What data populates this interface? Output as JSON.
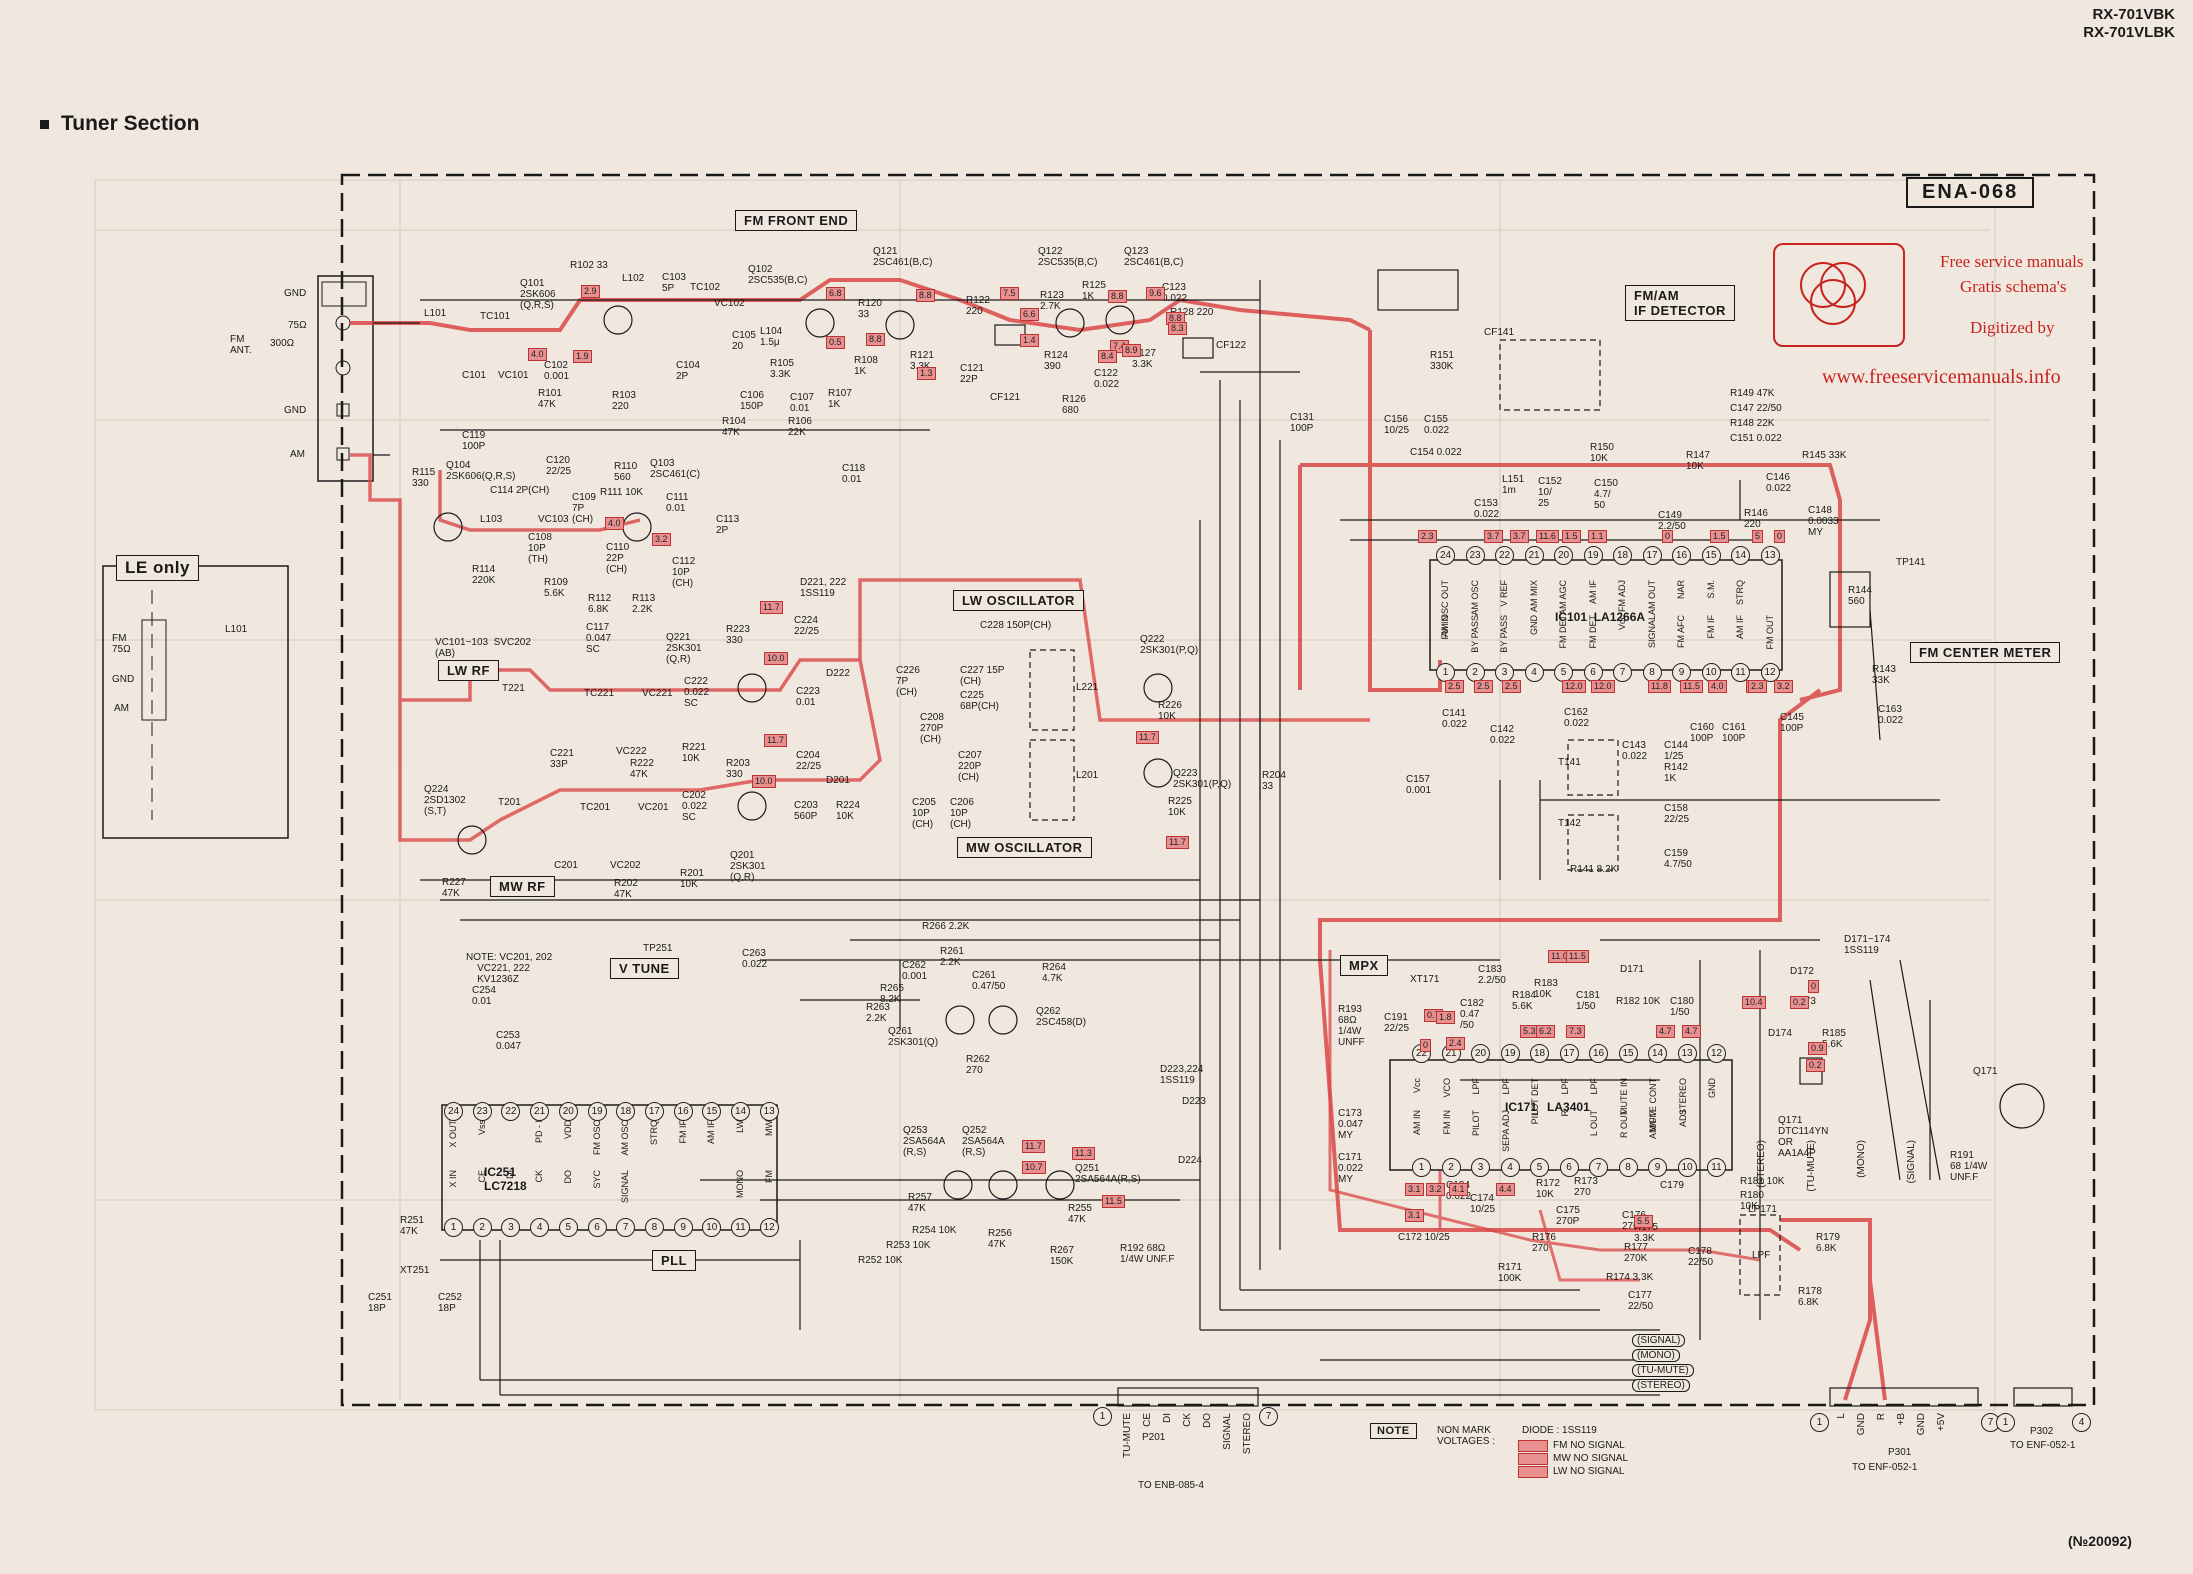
{
  "header": {
    "model_line1": "RX-701VBK",
    "model_line2": "RX-701VLBK",
    "section_title": "Tuner Section",
    "board_id": "ENA-068"
  },
  "watermark": {
    "line1": "Free service manuals",
    "line2": "Gratis schema's",
    "line3": "Digitized by",
    "url": "www.freeservicemanuals.info",
    "color": "#c8231e"
  },
  "blocks": {
    "fm_front_end": "FM FRONT END",
    "fm_am_if_detector": "FM/AM\nIF DETECTOR",
    "lw_oscillator": "LW OSCILLATOR",
    "mw_oscillator": "MW OSCILLATOR",
    "lw_rf": "LW RF",
    "mw_rf": "MW RF",
    "le_only": "LE only",
    "fm_center_meter": "FM CENTER METER",
    "v_tune": "V TUNE",
    "pll": "PLL",
    "mpx": "MPX"
  },
  "antenna": {
    "gnd1": "GND",
    "ohm75": "75Ω",
    "fm_ant": "FM\nANT.",
    "ohm300": "300Ω",
    "gnd2": "GND",
    "am": "AM"
  },
  "le_box": {
    "fm": "FM\n75Ω",
    "gnd": "GND",
    "am": "AM",
    "l101": "L101"
  },
  "transistors": [
    {
      "id": "q101",
      "label": "Q101\n2SK606\n(Q,R,S)"
    },
    {
      "id": "q102",
      "label": "Q102\n2SC535(B,C)"
    },
    {
      "id": "q121",
      "label": "Q121\n2SC461(B,C)"
    },
    {
      "id": "q122",
      "label": "Q122\n2SC535(B,C)"
    },
    {
      "id": "q123",
      "label": "Q123\n2SC461(B,C)"
    },
    {
      "id": "q104",
      "label": "Q104\n2SK606(Q,R,S)"
    },
    {
      "id": "q103",
      "label": "Q103\n2SC461(C)"
    },
    {
      "id": "q221",
      "label": "Q221\n2SK301\n(Q,R)"
    },
    {
      "id": "q222",
      "label": "Q222\n2SK301(P,Q)"
    },
    {
      "id": "q223",
      "label": "Q223\n2SK301(P,Q)"
    },
    {
      "id": "q224",
      "label": "Q224\n2SD1302\n(S,T)"
    },
    {
      "id": "q201",
      "label": "Q201\n2SK301\n(Q,R)"
    },
    {
      "id": "q261",
      "label": "Q261\n2SK301(Q)"
    },
    {
      "id": "q262",
      "label": "Q262\n2SC458(D)"
    },
    {
      "id": "q253",
      "label": "Q253\n2SA564A\n(R,S)"
    },
    {
      "id": "q252",
      "label": "Q252\n2SA564A\n(R,S)"
    },
    {
      "id": "q251",
      "label": "Q251\n2SA564A(R,S)"
    },
    {
      "id": "q171",
      "label": "Q171\nDTC114YN\nOR\nAA1A4P"
    },
    {
      "id": "q171b",
      "label": "Q171"
    }
  ],
  "ics": {
    "ic101": {
      "name": "IC101",
      "part": "LA1266A",
      "top_pins": [
        "24",
        "23",
        "22",
        "21",
        "20",
        "19",
        "18",
        "17",
        "16",
        "15",
        "14",
        "13"
      ],
      "bottom_pins": [
        "1",
        "2",
        "3",
        "4",
        "5",
        "6",
        "7",
        "8",
        "9",
        "10",
        "11",
        "12"
      ],
      "top_funcs": [
        "AM OSC OUT",
        "AM OSC",
        "V REF",
        "AM MIX",
        "AM AGC",
        "AM IF",
        "FM ADJ",
        "AM OUT",
        "NAR",
        "S.M.",
        "STRQ",
        ""
      ],
      "bottom_funcs": [
        "FM IN",
        "BY PASS",
        "BY PASS",
        "GND",
        "FM DET",
        "FM DET",
        "Vcc",
        "SIGNAL",
        "FM AFC",
        "FM IF",
        "AM IF",
        "FM OUT"
      ]
    },
    "ic171": {
      "name": "IC171",
      "part": "LA3401",
      "top_pins": [
        "22",
        "21",
        "20",
        "19",
        "18",
        "17",
        "16",
        "15",
        "14",
        "13",
        "12"
      ],
      "bottom_pins": [
        "1",
        "2",
        "3",
        "4",
        "5",
        "6",
        "7",
        "8",
        "9",
        "10",
        "11"
      ],
      "top_funcs": [
        "Vcc",
        "VCO",
        "LPF",
        "LPF",
        "PILOT DET",
        "LPF",
        "LPF",
        "MUTE IN",
        "MUTE CONT",
        "STEREO",
        "GND"
      ],
      "bottom_funcs": [
        "AM IN",
        "FM IN",
        "PILOT",
        "SEPA ADJ",
        "L",
        "R",
        "L OUT",
        "R OUT",
        "AM/FM",
        "ADJ",
        ""
      ]
    },
    "ic251": {
      "name": "IC251",
      "part": "LC7218",
      "top_pins": [
        "24",
        "23",
        "22",
        "21",
        "20",
        "19",
        "18",
        "17",
        "16",
        "15",
        "14",
        "13"
      ],
      "bottom_pins": [
        "1",
        "2",
        "3",
        "4",
        "5",
        "6",
        "7",
        "8",
        "9",
        "10",
        "11",
        "12"
      ],
      "top_funcs": [
        "X OUT",
        "Vss",
        "",
        "PD - I",
        "VDD",
        "FM OSC",
        "AM OSC",
        "STRQ",
        "FM IF",
        "AM IF",
        "LW",
        "MW"
      ],
      "bottom_funcs": [
        "X IN",
        "CE",
        "DI",
        "CK",
        "DO",
        "SYC",
        "SIGNAL",
        "",
        "",
        "",
        "MONO",
        "FM"
      ]
    }
  },
  "component_labels": {
    "r102": "R102 33",
    "l102": "L102",
    "c103": "C103\n5P",
    "tc102": "TC102",
    "vc102": "VC102",
    "l101": "L101",
    "tc101": "TC101",
    "c101": "C101",
    "vc101": "VC101",
    "c102": "C102\n0.001",
    "r101": "R101\n47K",
    "r103": "R103\n220",
    "c104": "C104\n2P",
    "c105": "C105\n20",
    "l104": "L104\n1.5μ",
    "r105": "R105\n3.3K",
    "c106": "C106\n150P",
    "c107": "C107\n0.01",
    "r107": "R107\n1K",
    "r104": "R104\n47K",
    "r106": "R106\n22K",
    "r108": "R108\n1K",
    "r120": "R120\n33",
    "r121": "R121\n3.3K",
    "c121": "C121\n22P",
    "r122": "R122\n220",
    "cf121": "CF121",
    "r123": "R123\n2.7K",
    "r125": "R125\n1K",
    "r124": "R124\n390",
    "c122": "C122\n0.022",
    "r126": "R126\n680",
    "r127": "R127\n3.3K",
    "c123": "C123\n0.022",
    "r128": "R128 220",
    "cf122": "CF122",
    "c119": "C119\n100P",
    "c120": "C120\n22/25",
    "r110": "R110\n560",
    "c111": "C111\n0.01",
    "r115": "R115\n330",
    "c114": "C114 2P(CH)",
    "c109": "C109\n7P\n(CH)",
    "r111": "R111 10K",
    "l103": "L103",
    "vc103": "VC103",
    "c108": "C108\n10P\n(TH)",
    "c110": "C110\n22P\n(CH)",
    "c112": "C112\n10P\n(CH)",
    "c113": "C113\n2P",
    "r114": "R114\n220K",
    "r109": "R109\n5.6K",
    "r112": "R112\n6.8K",
    "r113": "R113\n2.2K",
    "c117": "C117\n0.047\nSC",
    "c118": "C118\n0.01",
    "vc_note": "VC101~103  SVC202\n(AB)",
    "d221": "D221, 222\n1SS119",
    "r223": "R223\n330",
    "c224": "C224\n22/25",
    "d222": "D222",
    "c222": "C222\n0.022\nSC",
    "c223": "C223\n0.01",
    "t221": "T221",
    "tc221": "TC221",
    "vc221": "VC221",
    "vc222": "VC222",
    "c221": "C221\n33P",
    "r222": "R222\n47K",
    "r221": "R221\n10K",
    "c228": "C228 150P(CH)",
    "c226": "C226\n7P\n(CH)",
    "c227": "C227 15P\n(CH)",
    "c225": "C225\n68P(CH)",
    "l221": "L221",
    "r226": "R226\n10K",
    "c208": "C208\n270P\n(CH)",
    "c207": "C207\n220P\n(CH)",
    "c205": "C205\n10P\n(CH)",
    "c206": "C206\n10P\n(CH)",
    "l201": "L201",
    "r225": "R225\n10K",
    "r204": "R204\n33",
    "r203": "R203\n330",
    "c204": "C204\n22/25",
    "d201": "D201",
    "c203": "C203\n560P",
    "r224": "R224\n10K",
    "t201": "T201",
    "tc201": "TC201",
    "vc201": "VC201",
    "vc202": "VC202",
    "c201": "C201",
    "r202": "R202\n47K",
    "r201": "R201\n10K",
    "c202": "C202\n0.022\nSC",
    "r227": "R227\n47K",
    "r266": "R266 2.2K",
    "r261": "R261\n2.2K",
    "c262": "C262\n0.001",
    "c261": "C261\n0.47/50",
    "r264": "R264\n4.7K",
    "r265": "R265\n8.2K",
    "r263": "R263\n2.2K",
    "r262": "R262\n270",
    "c263": "C263\n0.022",
    "tp251": "TP251",
    "vc_note2": "NOTE: VC201, 202\n    VC221, 222\n    KV1236Z",
    "c254": "C254\n0.01",
    "c253": "C253\n0.047",
    "r251": "R251\n47K",
    "xt251": "XT251",
    "c251": "C251\n18P",
    "c252": "C252\n18P",
    "r257": "R257\n47K",
    "r254": "R254 10K",
    "r253": "R253 10K",
    "r252": "R252 10K",
    "r256": "R256\n47K",
    "r255": "R255\n47K",
    "r267": "R267\n150K",
    "r192": "R192 68Ω\n1/4W UNF.F",
    "d223": "D223,224\n1SS119",
    "d223b": "D223",
    "d224": "D224",
    "cf141": "CF141",
    "r151": "R151\n330K",
    "c156": "C156\n10/25",
    "c155": "C155\n0.022",
    "c131": "C131\n100P",
    "c154": "C154 0.022",
    "l151": "L151\n1m",
    "c153": "C153\n0.022",
    "c152": "C152\n10/\n25",
    "r150": "R150\n10K",
    "c150": "C150\n4.7/\n50",
    "c149": "C149\n2.2/50",
    "r147": "R147\n10K",
    "r149": "R149 47K",
    "c147": "C147 22/50",
    "r148": "R148 22K",
    "c151": "C151 0.022",
    "r145": "R145 33K",
    "c146": "C146\n0.022",
    "c148": "C148\n0.0033\nMY",
    "r146": "R146\n220",
    "r144": "R144\n560",
    "tp141": "TP141",
    "r143": "R143\n33K",
    "c163": "C163\n0.022",
    "c141": "C141\n0.022",
    "c142": "C142\n0.022",
    "c162": "C162\n0.022",
    "c143": "C143\n0.022",
    "c144": "C144\n1/25",
    "c160": "C160\n100P",
    "c161": "C161\n100P",
    "c145": "C145\n100P",
    "t141": "T141",
    "t142": "T142",
    "r142": "R142\n1K",
    "c157": "C157\n0.001",
    "c158": "C158\n22/25",
    "c159": "C159\n4.7/50",
    "r141": "R141 8.2K",
    "d171": "D171~174\n1SS119",
    "d171b": "D171",
    "d172": "D172",
    "d173": "D173",
    "d174": "D174",
    "xt171": "XT171",
    "c183": "C183\n2.2/50",
    "r183": "R183\n10K",
    "r184": "R184\n5.6K",
    "c181": "C181\n1/50",
    "r182": "R182 10K",
    "c180": "C180\n1/50",
    "r185": "R185\n5.6K",
    "r193": "R193\n68Ω\n1/4W\nUNFF",
    "c191": "C191\n22/25",
    "c182": "C182\n0.47\n/50",
    "c173": "C173\n0.047\nMY",
    "c171": "C171\n0.022\nMY",
    "c172": "C172 10/25",
    "c184": "C184\n0.022",
    "c174": "C174\n10/25",
    "r171": "R171\n100K",
    "r172": "R172\n10K",
    "r176": "R176\n270",
    "r173": "R173\n270",
    "r177": "R177\n270K",
    "r175": "R175\n3.3K",
    "c175": "C175\n270P",
    "c176": "C176\n270P",
    "r174": "R174 3.3K",
    "c177": "C177\n22/50",
    "c178": "C178\n22/50",
    "c179": "C179",
    "r180": "R180\n10K",
    "r181": "R181 10K",
    "lp171": "LP171",
    "lpf": "LPF",
    "r179": "R179\n6.8K",
    "r178": "R178\n6.8K",
    "r191": "R191\n68 1/4W\nUNF.F"
  },
  "voltages": [
    "2.9",
    "4.0",
    "8.8",
    "6.8",
    "8.8",
    "1.9",
    "0.5",
    "8.8",
    "9.6",
    "8.8",
    "1.3",
    "7.4",
    "6.6",
    "8.3",
    "8.4",
    "8.9",
    "7.5",
    "1.4",
    "3.2",
    "4.0",
    "2.3",
    "3.7",
    "3.7",
    "11.6",
    "1.5",
    "1.1",
    "0",
    "1.5",
    "5",
    "0",
    "2.5",
    "2.5",
    "2.5",
    "12.0",
    "12.0",
    "11.8",
    "11.5",
    "4.0",
    "2.5",
    "2.3",
    "3.2",
    "11.7",
    "10.0",
    "11.7",
    "10.0",
    "11.7",
    "11.7",
    "11.0",
    "11.5",
    "10.4",
    "0.2",
    "0",
    "0.9",
    "0",
    "0.7",
    "4.7",
    "4.7",
    "11.3",
    "10.7",
    "11.5",
    "11.7",
    "0.2",
    "3.1",
    "3.2",
    "1.8",
    "2.4",
    "5.3",
    "6.2",
    "7.3",
    "3.1",
    "4.1",
    "4.4",
    "5.5"
  ],
  "connectors": {
    "p201": {
      "name": "P201",
      "dest": "TO ENB-085-4",
      "pins": [
        "TU-MUTE",
        "CE",
        "DI",
        "CK",
        "DO",
        "SIGNAL",
        "STEREO"
      ],
      "first": "1",
      "last": "7"
    },
    "p301": {
      "name": "P301",
      "dest": "TO ENF-052-1",
      "pins": [
        "L",
        "GND",
        "R",
        "+B",
        "GND",
        "+5V"
      ],
      "first": "1",
      "last": "7"
    },
    "p302": {
      "name": "P302",
      "dest": "TO ENF-052-1",
      "first": "1",
      "last": "4"
    }
  },
  "bus_labels": [
    "SIGNAL",
    "MONO",
    "TU-MUTE",
    "STEREO"
  ],
  "q171_labels": [
    "(STEREO)",
    "(TU-MUTE)",
    "(MONO)",
    "(SIGNAL)"
  ],
  "note": {
    "box": "NOTE",
    "non_mark": "NON MARK\nVOLTAGES :",
    "diode": "DIODE : 1SS119",
    "fm": "FM NO SIGNAL",
    "mw": "MW NO SIGNAL",
    "lw": "LW NO SIGNAL"
  },
  "doc_no": "(№20092)"
}
